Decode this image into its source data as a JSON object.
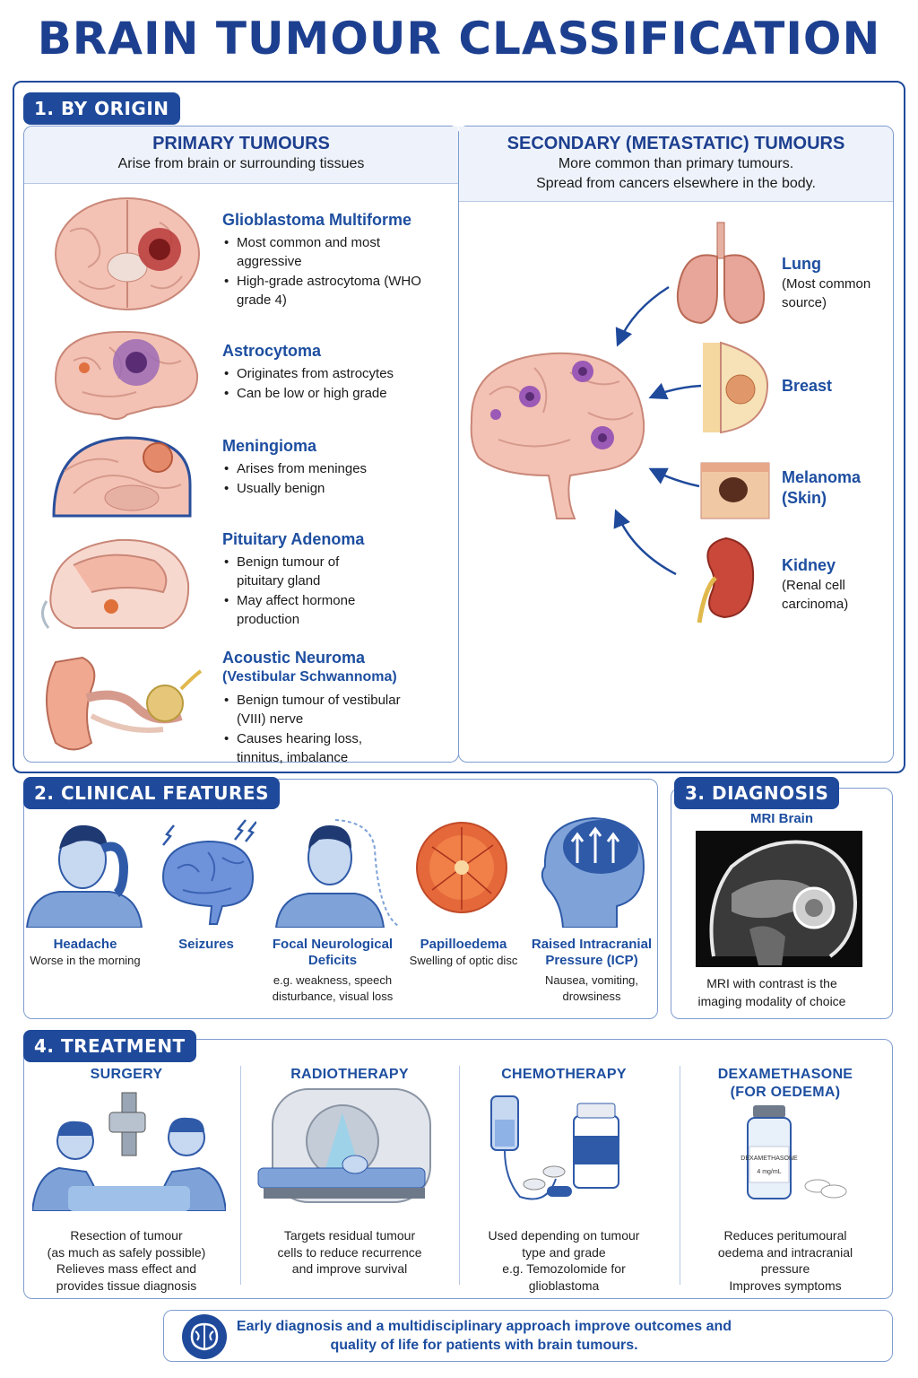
{
  "title": "BRAIN TUMOUR CLASSIFICATION",
  "origin": {
    "tag": "1. BY ORIGIN",
    "primary": {
      "heading": "PRIMARY TUMOURS",
      "subheading": "Arise from brain or surrounding tissues",
      "items": [
        {
          "name": "Glioblastoma Multiforme",
          "subname": "",
          "bullets": [
            "Most common and most aggressive",
            "High-grade astrocytoma (WHO grade 4)"
          ]
        },
        {
          "name": "Astrocytoma",
          "subname": "",
          "bullets": [
            "Originates from astrocytes",
            "Can be low or high grade"
          ]
        },
        {
          "name": "Meningioma",
          "subname": "",
          "bullets": [
            "Arises from meninges",
            "Usually benign"
          ]
        },
        {
          "name": "Pituitary Adenoma",
          "subname": "",
          "bullets": [
            "Benign tumour of pituitary gland",
            "May affect hormone production"
          ]
        },
        {
          "name": "Acoustic Neuroma",
          "subname": "(Vestibular Schwannoma)",
          "bullets": [
            "Benign tumour of vestibular (VIII) nerve",
            "Causes hearing loss, tinnitus, imbalance"
          ]
        }
      ]
    },
    "secondary": {
      "heading": "SECONDARY (METASTATIC) TUMOURS",
      "line1": "More common than primary tumours.",
      "line2": "Spread from cancers elsewhere in the body.",
      "sources": [
        {
          "name": "Lung",
          "note": "(Most common source)"
        },
        {
          "name": "Breast",
          "note": ""
        },
        {
          "name": "Melanoma (Skin)",
          "note": ""
        },
        {
          "name": "Kidney",
          "note": "(Renal cell carcinoma)"
        }
      ]
    }
  },
  "clinical": {
    "tag": "2. CLINICAL FEATURES",
    "features": [
      {
        "name": "Headache",
        "desc": "Worse in the morning"
      },
      {
        "name": "Seizures",
        "desc": ""
      },
      {
        "name": "Focal Neurological Deficits",
        "desc": "e.g. weakness, speech disturbance, visual loss"
      },
      {
        "name": "Papilloedema",
        "desc": "Swelling of optic disc"
      },
      {
        "name": "Raised Intracranial Pressure (ICP)",
        "desc": "Nausea, vomiting, drowsiness"
      }
    ]
  },
  "diagnosis": {
    "tag": "3. DIAGNOSIS",
    "heading": "MRI Brain",
    "caption": "MRI with contrast is the imaging modality of choice"
  },
  "treatment": {
    "tag": "4. TREATMENT",
    "items": [
      {
        "name": "SURGERY",
        "lines": [
          "Resection of tumour",
          "(as much as safely possible)",
          "Relieves mass effect and",
          "provides tissue diagnosis"
        ]
      },
      {
        "name": "RADIOTHERAPY",
        "lines": [
          "Targets residual tumour",
          "cells to reduce recurrence",
          "and improve survival"
        ]
      },
      {
        "name": "CHEMOTHERAPY",
        "lines": [
          "Used depending on tumour",
          "type and grade",
          "e.g. Temozolomide for",
          "glioblastoma"
        ]
      },
      {
        "name": "DEXAMETHASONE (FOR OEDEMA)",
        "lines": [
          "Reduces peritumoural",
          "oedema and intracranial",
          "pressure",
          "Improves symptoms"
        ]
      }
    ],
    "vial_label": "DEXAMETHASONE",
    "vial_dose": "4 mg/mL"
  },
  "footer": "Early diagnosis and a multidisciplinary approach improve outcomes and quality of life for patients with brain tumours.",
  "colors": {
    "brand": "#1f4a9b",
    "accent": "#1d4ea0",
    "tissue": "#f2b8aa",
    "tumour": "#8e4aa0"
  }
}
